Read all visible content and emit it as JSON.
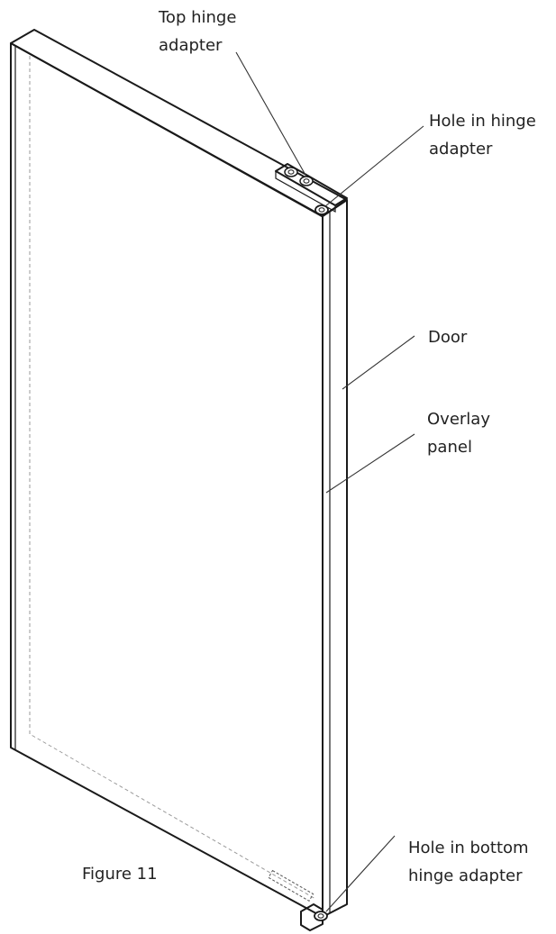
{
  "labels": {
    "top_hinge_adapter_line1": "Top hinge",
    "top_hinge_adapter_line2": "adapter",
    "hole_in_hinge_adapter_line1": "Hole in hinge",
    "hole_in_hinge_adapter_line2": "adapter",
    "door": "Door",
    "overlay_panel_line1": "Overlay",
    "overlay_panel_line2": "panel",
    "hole_in_bottom_hinge_adapter_line1": "Hole in bottom",
    "hole_in_bottom_hinge_adapter_line2": "hinge adapter",
    "figure_caption": "Figure 11"
  }
}
